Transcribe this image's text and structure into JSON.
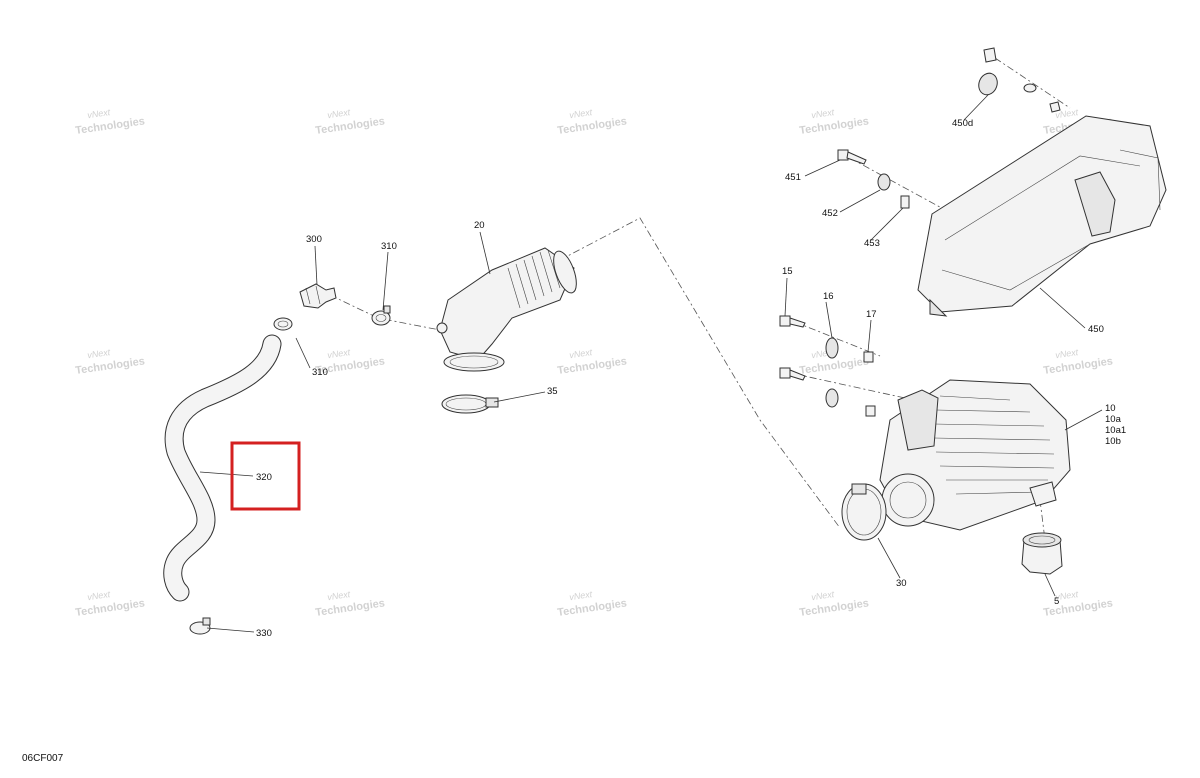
{
  "figure_code": "06CF007",
  "watermark": {
    "line1": "vNext",
    "line2": "Technologies"
  },
  "callouts": {
    "p20": "20",
    "p300": "300",
    "p310a": "310",
    "p310b": "310",
    "p320": "320",
    "p330": "330",
    "p35": "35",
    "p450d": "450d",
    "p451": "451",
    "p452": "452",
    "p453": "453",
    "p450": "450",
    "p15": "15",
    "p16": "16",
    "p17": "17",
    "p10": "10",
    "p10a": "10a",
    "p10a1": "10a1",
    "p10b": "10b",
    "p30": "30",
    "p5": "5"
  },
  "highlight": {
    "color": "#d42020",
    "label": "320"
  }
}
